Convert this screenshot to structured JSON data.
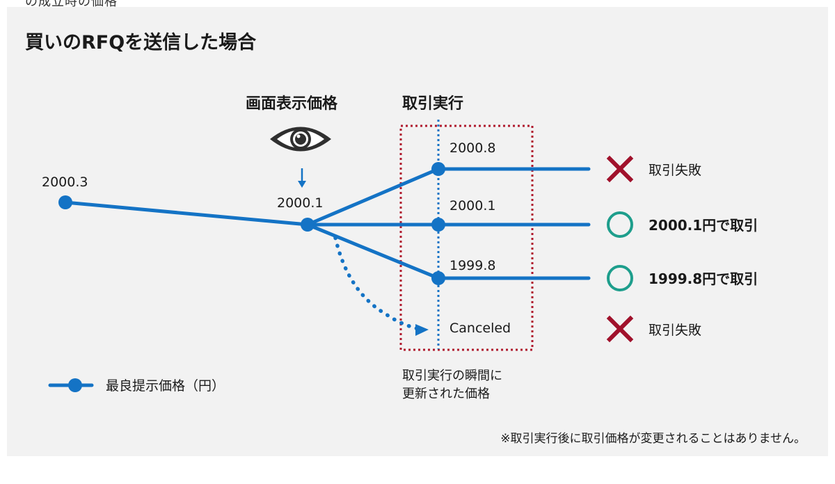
{
  "top_clip_text": "の成立時の価格",
  "title": "買いのRFQを送信した場合",
  "labels": {
    "display_price": "画面表示価格",
    "execution": "取引実行"
  },
  "prices": {
    "start": "2000.3",
    "display": "2000.1",
    "upper": "2000.8",
    "middle": "2000.1",
    "lower": "1999.8",
    "canceled": "Canceled"
  },
  "outcomes": [
    {
      "mark": "cross",
      "text": "取引失敗",
      "color": "#a0112b"
    },
    {
      "mark": "circle",
      "text": "2000.1円で取引",
      "color": "#1e9e8c"
    },
    {
      "mark": "circle",
      "text": "1999.8円で取引",
      "color": "#1e9e8c"
    },
    {
      "mark": "cross",
      "text": "取引失敗",
      "color": "#a0112b"
    }
  ],
  "box_caption": [
    "取引実行の瞬間に",
    "更新された価格"
  ],
  "legend_label": "最良提示価格（円）",
  "footnote": "※取引実行後に取引価格が変更されることはありません。",
  "colors": {
    "line": "#1473c5",
    "box": "#b01a2e",
    "background": "#f2f2f2"
  },
  "icons": {
    "eye": "eye-icon",
    "arrow": "down-arrow-icon"
  }
}
